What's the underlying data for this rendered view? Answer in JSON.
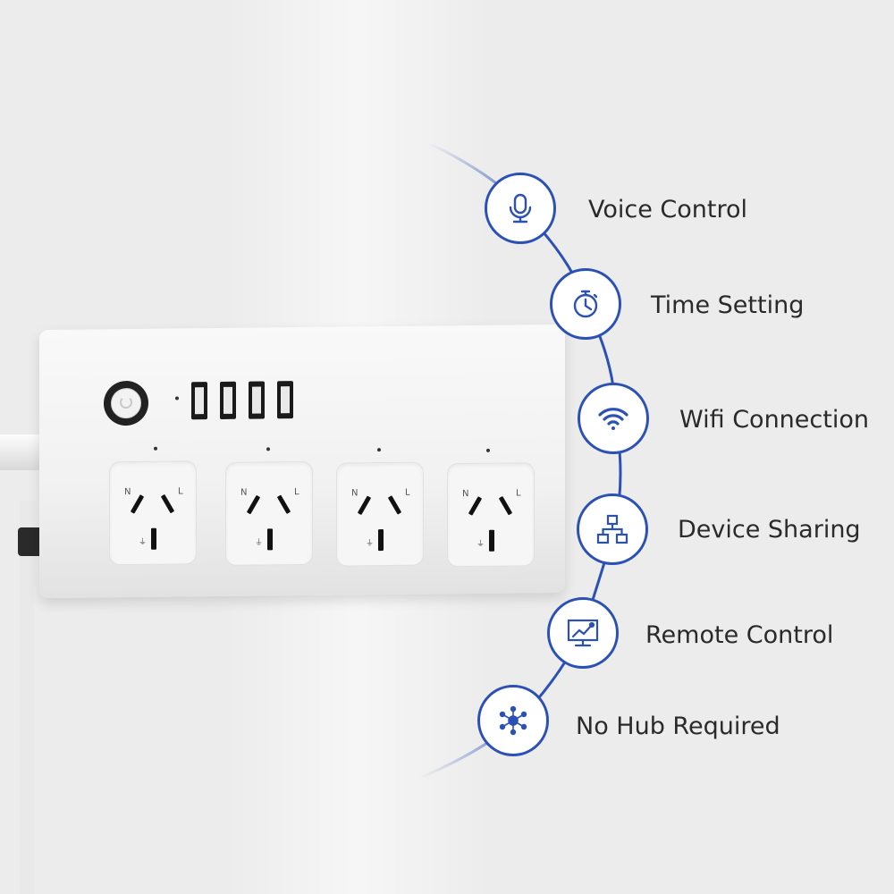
{
  "accent_color": "#2c51b5",
  "features": [
    {
      "label": "Voice Control",
      "icon": "microphone-icon"
    },
    {
      "label": "Time Setting",
      "icon": "stopwatch-icon"
    },
    {
      "label": "Wifi Connection",
      "icon": "wifi-icon"
    },
    {
      "label": "Device Sharing",
      "icon": "network-icon"
    },
    {
      "label": "Remote Control",
      "icon": "monitor-chart-icon"
    },
    {
      "label": "No Hub Required",
      "icon": "hub-nodes-icon"
    }
  ],
  "outlet_marks": {
    "neutral": "N",
    "live": "L",
    "earth": "⏚"
  }
}
